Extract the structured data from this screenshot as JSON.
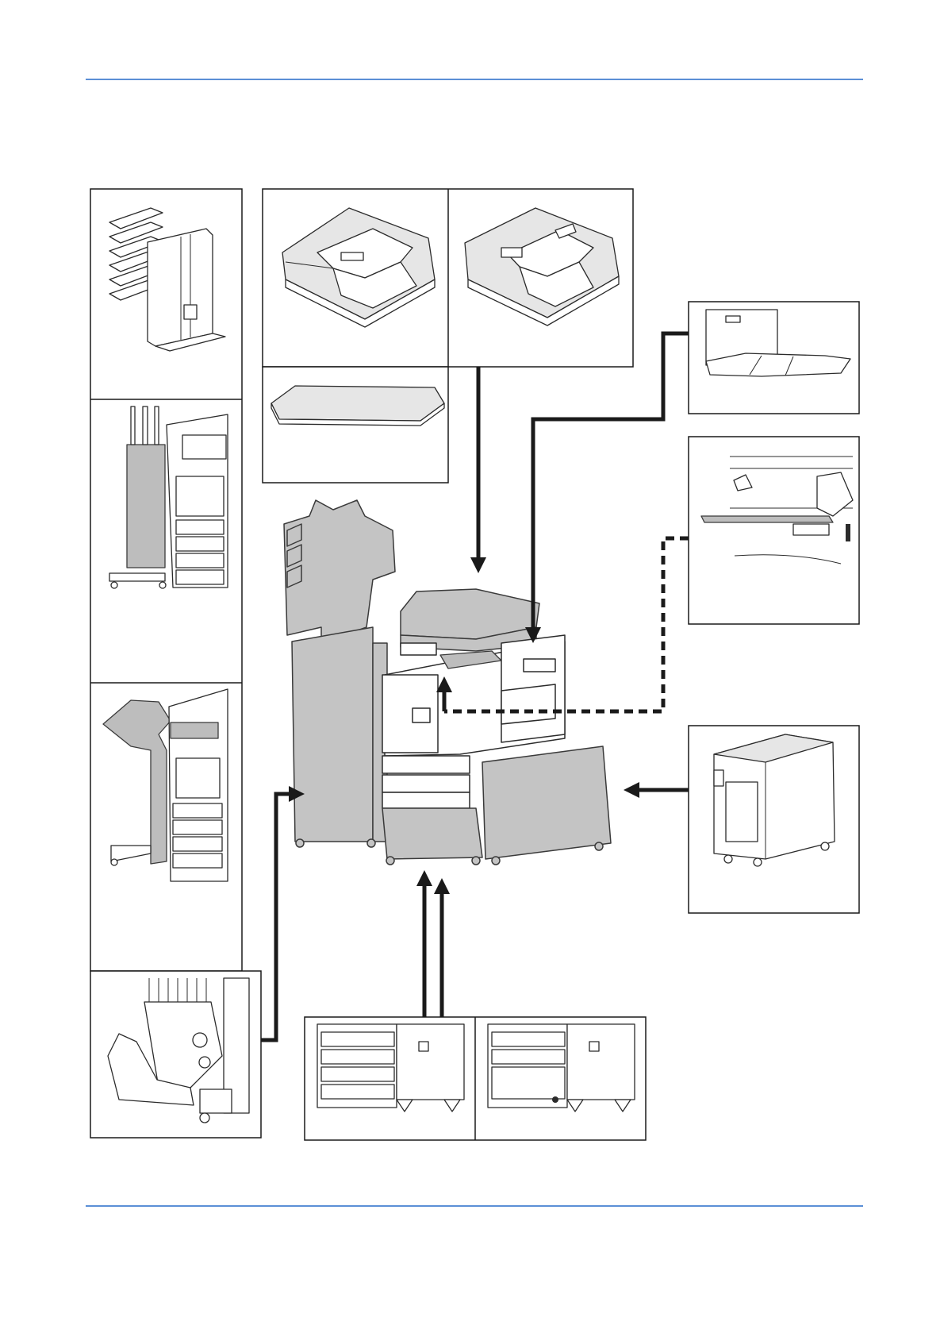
{
  "page": {
    "header_rule_color": "#5b8fd6",
    "footer_rule_color": "#5b8fd6"
  },
  "diagram": {
    "background": "#ffffff",
    "main_unit_fill": "#c4c4c4",
    "connector_color": "#1a1a1a",
    "option_panels": [
      "mailbox-sorter",
      "document-finisher",
      "booklet-finisher-unit",
      "punch-unit",
      "document-processor-reversing",
      "document-processor-dual-scan",
      "original-cover",
      "multipurpose-tray",
      "fax-keyboard-tray",
      "side-feeder",
      "paper-feeder-cassettes",
      "large-capacity-feeder"
    ]
  }
}
